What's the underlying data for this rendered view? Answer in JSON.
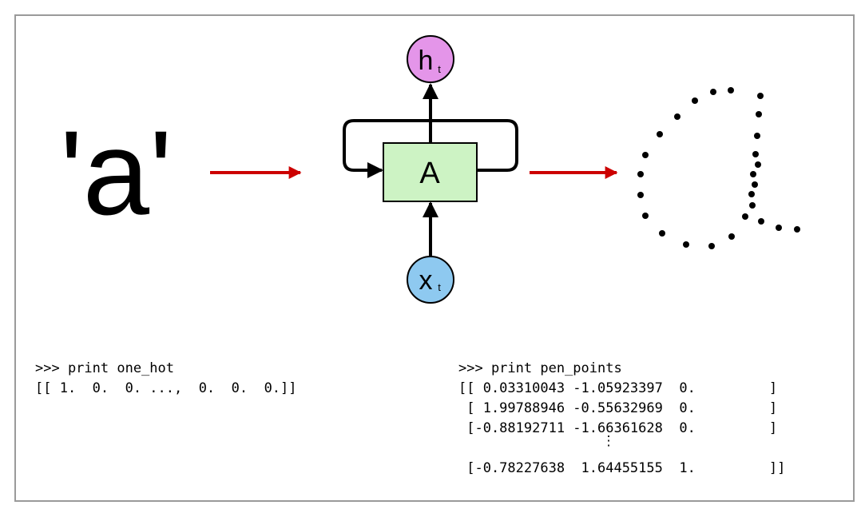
{
  "diagram": {
    "input_char": "'a'",
    "cell_label": "A",
    "hidden": {
      "main": "h",
      "sub": "t"
    },
    "input": {
      "main": "x",
      "sub": "t"
    },
    "colors": {
      "hidden_node": "#e495e9",
      "input_node": "#8ec9f0",
      "cell_fill": "#cdf3c4",
      "arrow_red": "#cc0000"
    }
  },
  "code_left": {
    "lines": [
      ">>> print one_hot",
      "[[ 1.  0.  0. ...,  0.  0.  0.]]"
    ]
  },
  "code_right": {
    "lines": [
      ">>> print pen_points",
      "[[ 0.03310043 -1.05923397  0.         ]",
      " [ 1.99788946 -0.55632969  0.         ]",
      " [-0.88192711 -1.66361628  0.         ]",
      " [-0.78227638  1.64455155  1.         ]]"
    ],
    "ellipsis": "⋮"
  }
}
